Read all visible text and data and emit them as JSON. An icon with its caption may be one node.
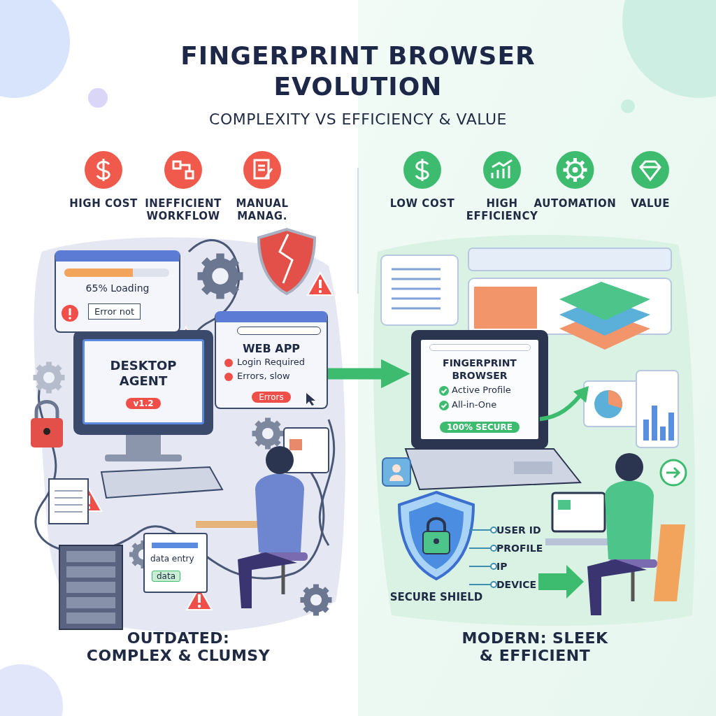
{
  "diagram": {
    "title": "FINGERPRINT BROWSER EVOLUTION",
    "nodes": [
      {
        "text": [
          "65% Loading",
          "Error not"
        ]
      },
      {
        "text": [
          "DESKTOP AGENT",
          "v1.2"
        ]
      },
      {
        "text": [
          "WEB APP",
          "Login Required",
          "Errors, slow",
          "Errors"
        ]
      },
      {
        "text": [
          "data entry",
          "data"
        ]
      },
      {
        "text": [
          "FINGERPRINT BROWSER",
          "Active Profile",
          "All-in-One",
          "100% SECURE"
        ]
      },
      {
        "text": [
          "SECURE SHIELD"
        ]
      },
      {
        "text": [
          "USER ID"
        ]
      },
      {
        "text": [
          "PROFILE"
        ]
      },
      {
        "text": [
          "IP"
        ]
      },
      {
        "text": [
          "DEVICE"
        ]
      }
    ],
    "edges": [
      {
        "from": 2,
        "to": 4,
        "arrow": "to",
        "style": "thick",
        "color": "#3dbb6e"
      },
      {
        "from": 5,
        "to": 6,
        "arrow": "other"
      },
      {
        "from": 5,
        "to": 7,
        "arrow": "other"
      },
      {
        "from": 5,
        "to": 8,
        "arrow": "other"
      },
      {
        "from": 5,
        "to": 9,
        "arrow": "other"
      }
    ],
    "labels": [
      "COMPLEXITY VS EFFICIENCY & VALUE",
      "HIGH COST",
      "INEFFICIENT WORKFLOW",
      "MANUAL MANAG.",
      "LOW COST",
      "HIGH EFFICIENCY",
      "AUTOMATION",
      "VALUE",
      "OUTDATED: COMPLEX & CLUMSY",
      "MODERN: SLEEK & EFFICIENT"
    ]
  }
}
